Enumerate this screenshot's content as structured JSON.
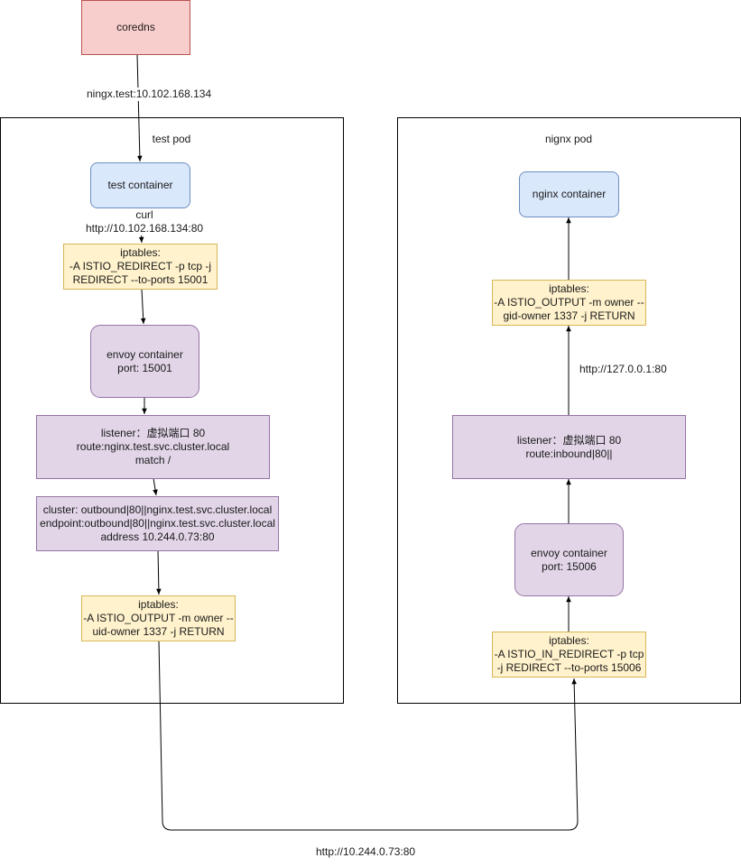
{
  "nodes": {
    "coredns": [
      "coredns"
    ],
    "test_pod": "test pod",
    "test_container": [
      "test container"
    ],
    "curl_label": [
      "curl",
      "http://10.102.168.134:80"
    ],
    "iptables_redirect": [
      "iptables:",
      "-A ISTIO_REDIRECT -p tcp -j",
      "REDIRECT --to-ports 15001"
    ],
    "envoy_test": [
      "envoy container",
      "port: 15001"
    ],
    "listener_test": [
      "listener：虚拟端口 80",
      "route:nginx.test.svc.cluster.local",
      "match /"
    ],
    "cluster_test": [
      "cluster: outbound|80||nginx.test.svc.cluster.local",
      "endpoint:outbound|80||nginx.test.svc.cluster.local",
      "address 10.244.0.73:80"
    ],
    "iptables_output_uid": [
      "iptables:",
      "-A ISTIO_OUTPUT -m owner --",
      "uid-owner 1337 -j RETURN"
    ],
    "nginx_pod": "nignx pod",
    "nginx_container": [
      "nginx container"
    ],
    "iptables_output_gid": [
      "iptables:",
      "-A ISTIO_OUTPUT -m owner --",
      "gid-owner 1337 -j RETURN"
    ],
    "localhost_label": "http://127.0.0.1:80",
    "listener_nginx": [
      "listener：虚拟端口 80",
      "route:inbound|80||"
    ],
    "envoy_nginx": [
      "envoy container",
      "port: 15006"
    ],
    "iptables_in_redirect": [
      "iptables:",
      "-A ISTIO_IN_REDIRECT -p tcp",
      "-j REDIRECT --to-ports 15006"
    ]
  },
  "edge_labels": {
    "dns": "ningx.test:10.102.168.134",
    "pod_to_pod": "http://10.244.0.73:80"
  },
  "colors": {
    "red_fill": "#f8cecc",
    "red_stroke": "#b85450",
    "blue_fill": "#dae8fc",
    "blue_stroke": "#6c8ebf",
    "yellow_fill": "#fff2cc",
    "yellow_stroke": "#d6b656",
    "purple_fill": "#e1d5e7",
    "purple_stroke": "#9673a6"
  }
}
